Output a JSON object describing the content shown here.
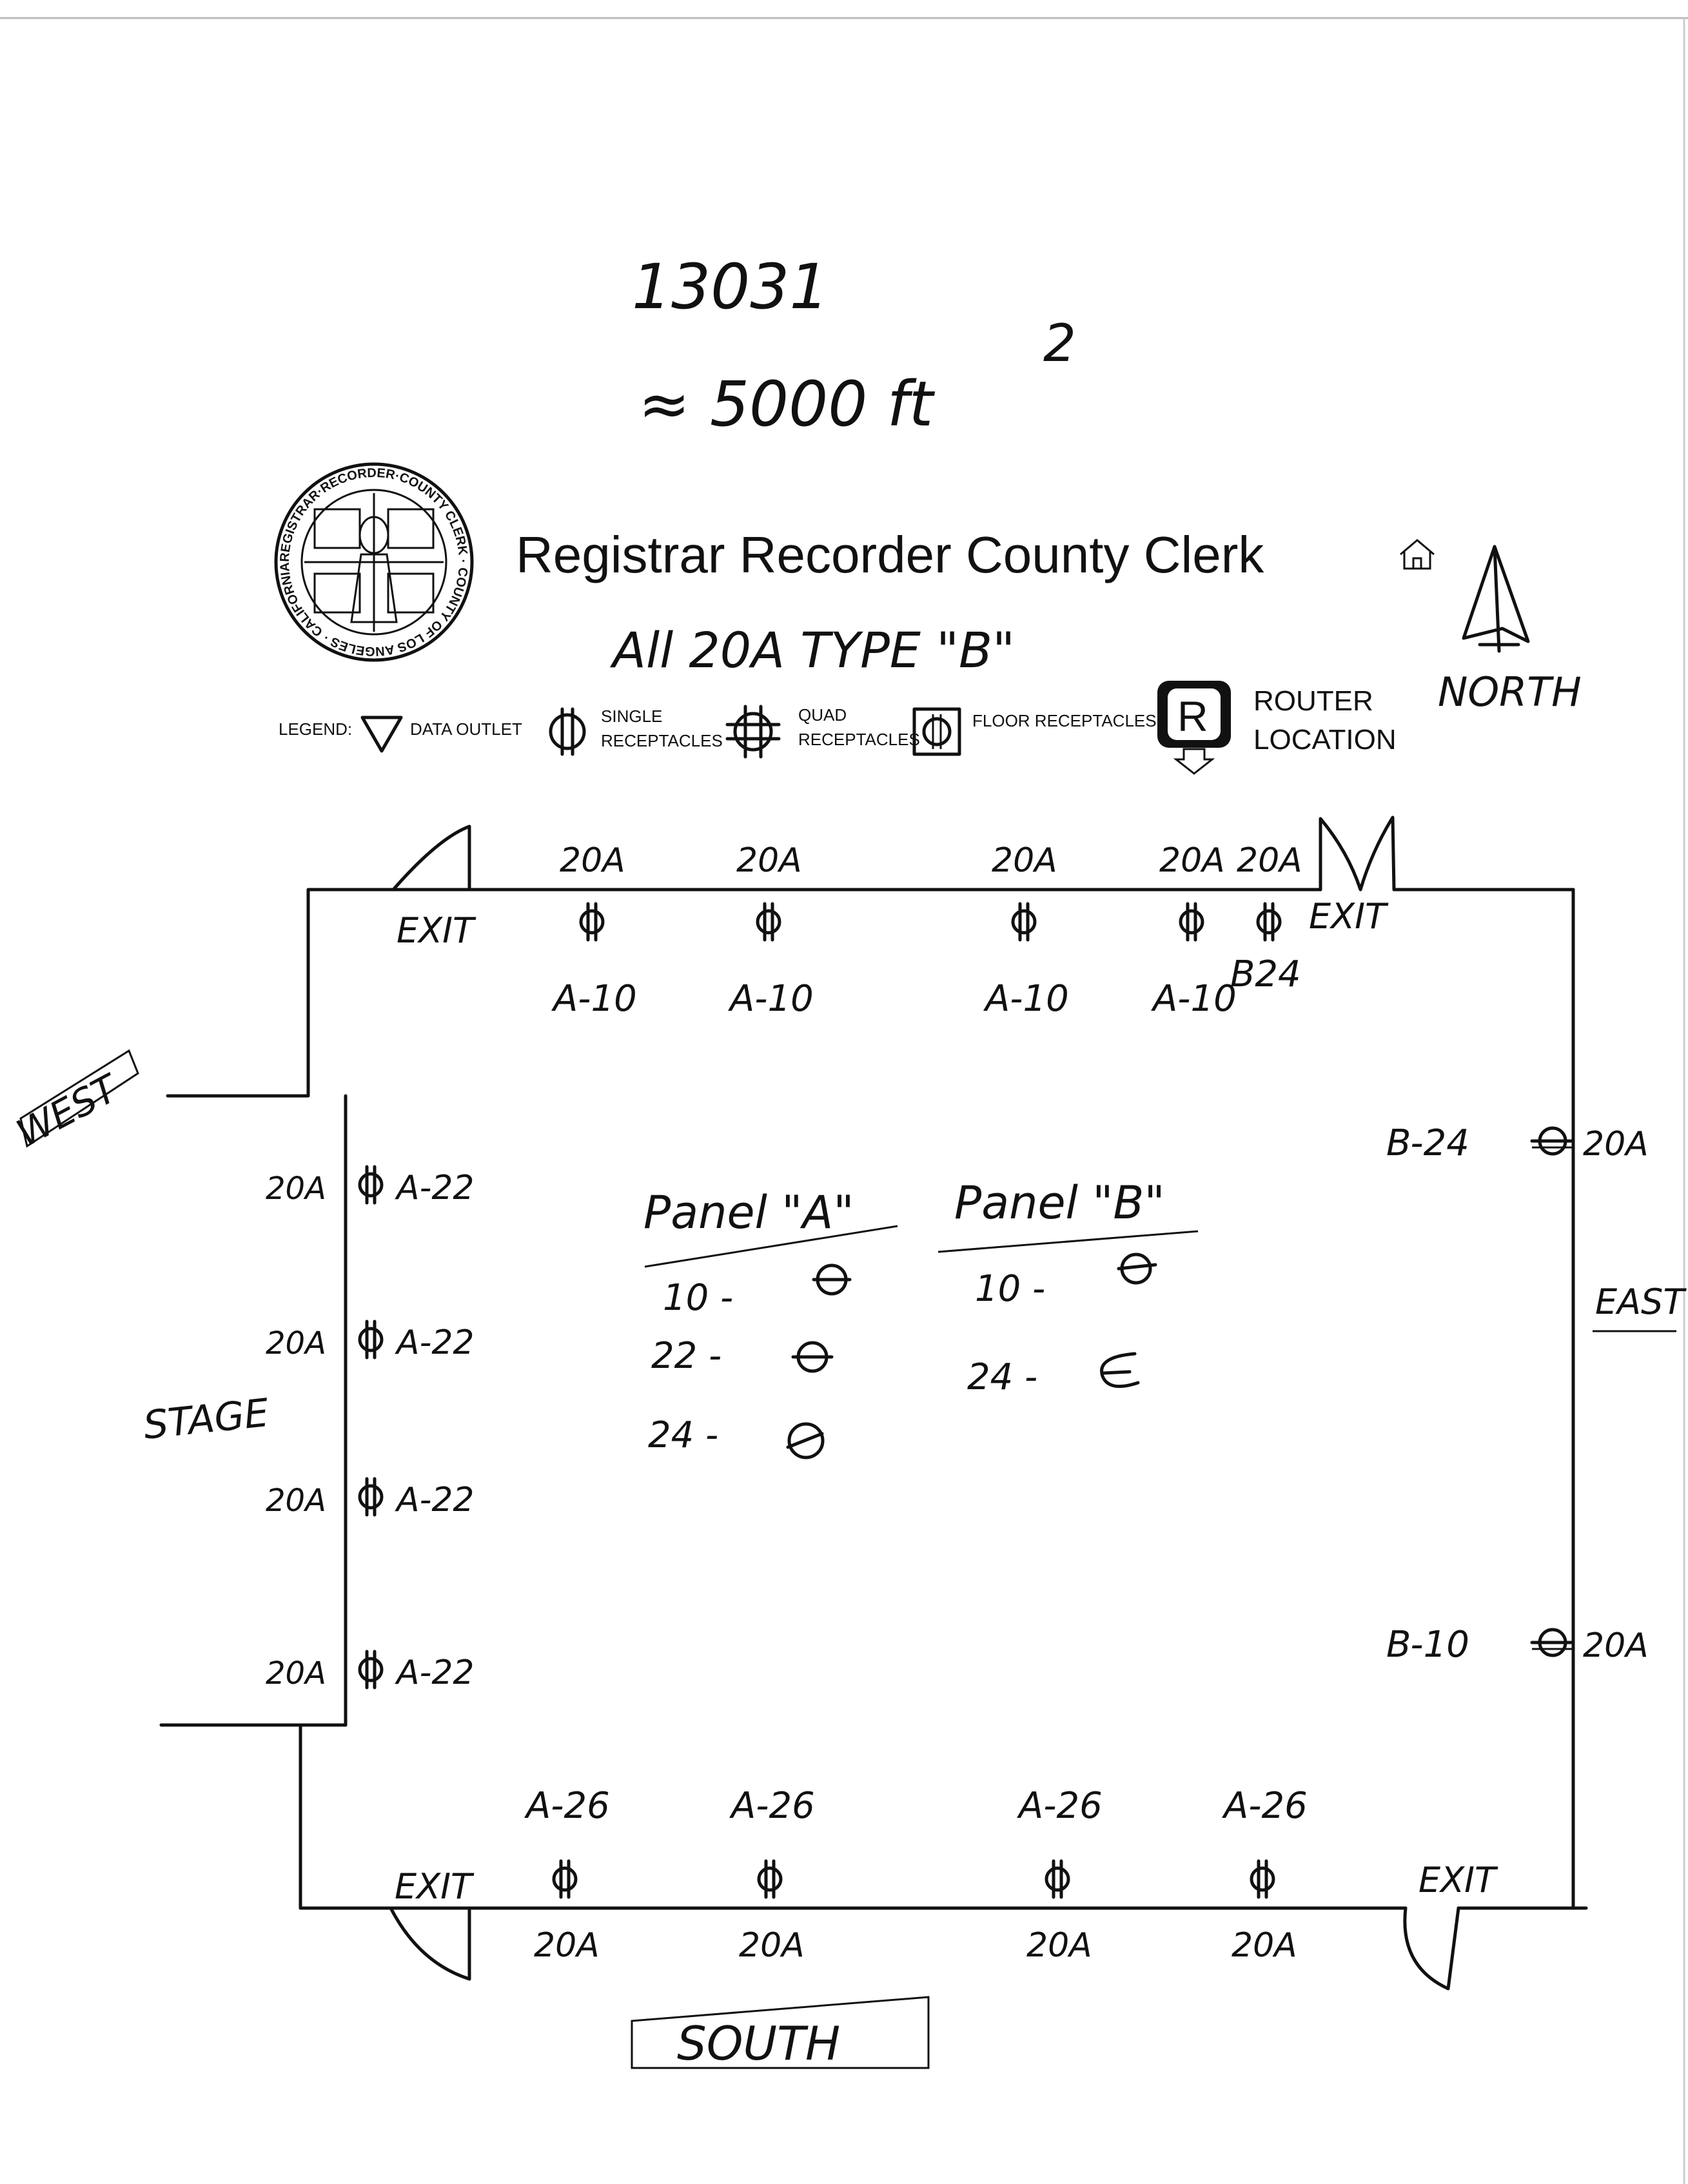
{
  "header": {
    "site_number": "13031",
    "area": "≈ 5000 ft",
    "area_exponent": "2",
    "org_title": "Registrar Recorder County Clerk",
    "note": "All 20A TYPE \"B\""
  },
  "seal": {
    "ring_text": "REGISTRAR·RECORDER·COUNTY CLERK · COUNTY OF LOS ANGELES · CALIFORNIA"
  },
  "legend": {
    "label": "LEGEND:",
    "data_outlet": "DATA OUTLET",
    "single_1": "SINGLE",
    "single_2": "RECEPTACLES",
    "quad_1": "QUAD",
    "quad_2": "RECEPTACLES",
    "floor": "FLOOR RECEPTACLES",
    "router_letter": "R",
    "router_1": "ROUTER",
    "router_2": "LOCATION"
  },
  "compass": {
    "north": "NORTH",
    "west": "WEST",
    "east": "EAST",
    "south": "SOUTH"
  },
  "room": {
    "stage": "STAGE",
    "exits": {
      "nw": "EXIT",
      "ne": "EXIT",
      "sw": "EXIT",
      "se": "EXIT"
    },
    "north_amps": [
      "20A",
      "20A",
      "20A",
      "20A",
      "20A"
    ],
    "north_circuits": [
      "A-10",
      "A-10",
      "A-10",
      "A-10",
      "B24"
    ],
    "south_circuits": [
      "A-26",
      "A-26",
      "A-26",
      "A-26"
    ],
    "south_amps": [
      "20A",
      "20A",
      "20A",
      "20A"
    ],
    "west_amps": [
      "20A",
      "20A",
      "20A",
      "20A"
    ],
    "west_circuits": [
      "A-22",
      "A-22",
      "A-22",
      "A-22"
    ],
    "east_circuits": [
      "B-24",
      "B-10"
    ],
    "east_amps": [
      "20A",
      "20A"
    ]
  },
  "panels": [
    {
      "title": "Panel \"A\"",
      "rows": [
        "10 -",
        "22 -",
        "24 -"
      ]
    },
    {
      "title": "Panel \"B\"",
      "rows": [
        "10 -",
        "24 -"
      ]
    }
  ]
}
